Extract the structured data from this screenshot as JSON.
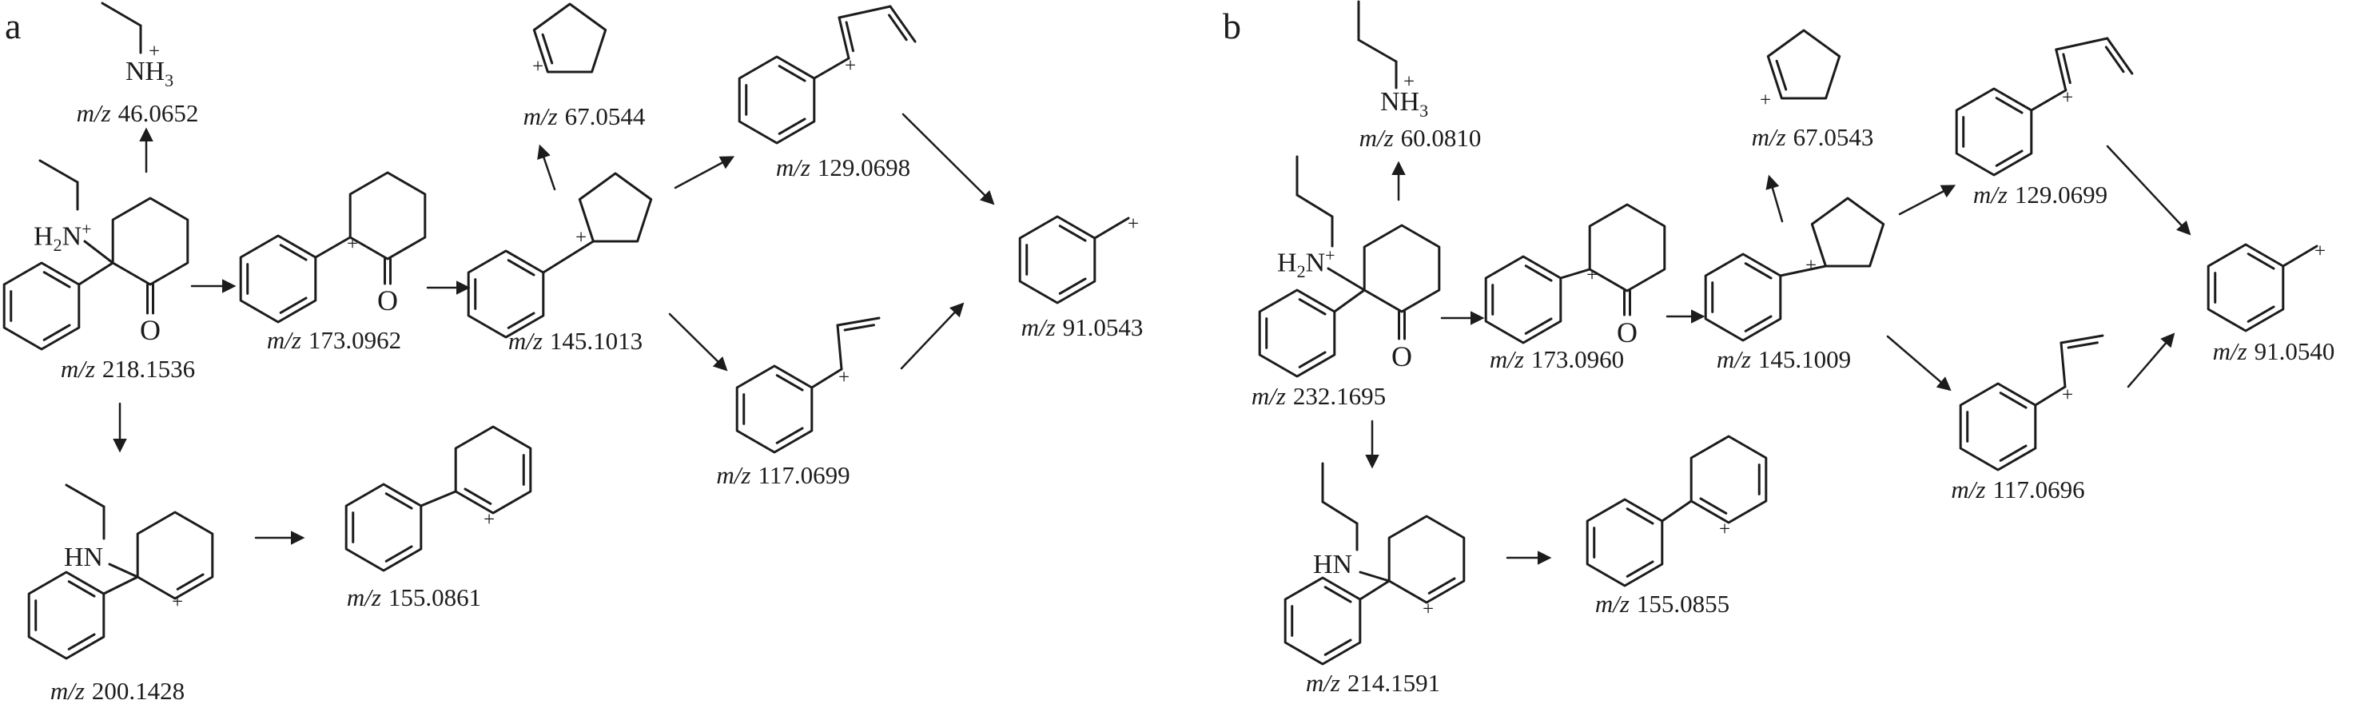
{
  "figure": {
    "panel_a_label": "a",
    "panel_b_label": "b"
  },
  "panels": {
    "a": {
      "ions": {
        "ethylammonium": {
          "amine_main": "NH",
          "amine_sub": "3",
          "charge": "+",
          "mz_prefix": "m/z",
          "mz_value": "46.0652"
        },
        "precursor": {
          "amine_h": "H",
          "amine_h_sub": "2",
          "amine_n": "N",
          "charge": "+",
          "carbonyl": "O",
          "mz_prefix": "m/z",
          "mz_value": "218.1536"
        },
        "phenylcyclohexanone": {
          "charge": "+",
          "carbonyl": "O",
          "mz_prefix": "m/z",
          "mz_value": "173.0962"
        },
        "cyclopentenyl": {
          "charge": "+",
          "mz_prefix": "m/z",
          "mz_value": "67.0544"
        },
        "phenylcyclopentyl": {
          "charge": "+",
          "mz_prefix": "m/z",
          "mz_value": "145.1013"
        },
        "phenylbutadienyl": {
          "charge": "+",
          "mz_prefix": "m/z",
          "mz_value": "129.0698"
        },
        "phenylallyl": {
          "charge": "+",
          "mz_prefix": "m/z",
          "mz_value": "117.0699"
        },
        "benzyl": {
          "charge": "+",
          "mz_prefix": "m/z",
          "mz_value": "91.0543"
        },
        "aminocyclohexenyl": {
          "amine_main": "HN",
          "charge": "+",
          "mz_prefix": "m/z",
          "mz_value": "200.1428"
        },
        "phenylcyclohexadienyl": {
          "charge": "+",
          "mz_prefix": "m/z",
          "mz_value": "155.0861"
        }
      },
      "pathways": [
        "218.1536→46.0652",
        "218.1536→173.0962",
        "218.1536→200.1428",
        "173.0962→145.1013",
        "145.1013→67.0544",
        "145.1013→129.0698",
        "145.1013→117.0699",
        "129.0698→91.0543",
        "117.0699→91.0543",
        "200.1428→155.0861"
      ]
    },
    "b": {
      "ions": {
        "propylammonium": {
          "amine_main": "NH",
          "amine_sub": "3",
          "charge": "+",
          "mz_prefix": "m/z",
          "mz_value": "60.0810"
        },
        "precursor": {
          "amine_h": "H",
          "amine_h_sub": "2",
          "amine_n": "N",
          "charge": "+",
          "carbonyl": "O",
          "mz_prefix": "m/z",
          "mz_value": "232.1695"
        },
        "phenylcyclohexanone": {
          "charge": "+",
          "carbonyl": "O",
          "mz_prefix": "m/z",
          "mz_value": "173.0960"
        },
        "cyclopentenyl": {
          "charge": "+",
          "mz_prefix": "m/z",
          "mz_value": "67.0543"
        },
        "phenylcyclopentyl": {
          "charge": "+",
          "mz_prefix": "m/z",
          "mz_value": "145.1009"
        },
        "phenylbutadienyl": {
          "charge": "+",
          "mz_prefix": "m/z",
          "mz_value": "129.0699"
        },
        "phenylallyl": {
          "charge": "+",
          "mz_prefix": "m/z",
          "mz_value": "117.0696"
        },
        "benzyl": {
          "charge": "+",
          "mz_prefix": "m/z",
          "mz_value": "91.0540"
        },
        "aminocyclohexenyl": {
          "amine_main": "HN",
          "charge": "+",
          "mz_prefix": "m/z",
          "mz_value": "214.1591"
        },
        "phenylcyclohexadienyl": {
          "charge": "+",
          "mz_prefix": "m/z",
          "mz_value": "155.0855"
        }
      },
      "pathways": [
        "232.1695→60.0810",
        "232.1695→173.0960",
        "232.1695→214.1591",
        "173.0960→145.1009",
        "145.1009→67.0543",
        "145.1009→129.0699",
        "145.1009→117.0696",
        "129.0699→91.0540",
        "117.0696→91.0540",
        "214.1591→155.0855"
      ]
    }
  }
}
